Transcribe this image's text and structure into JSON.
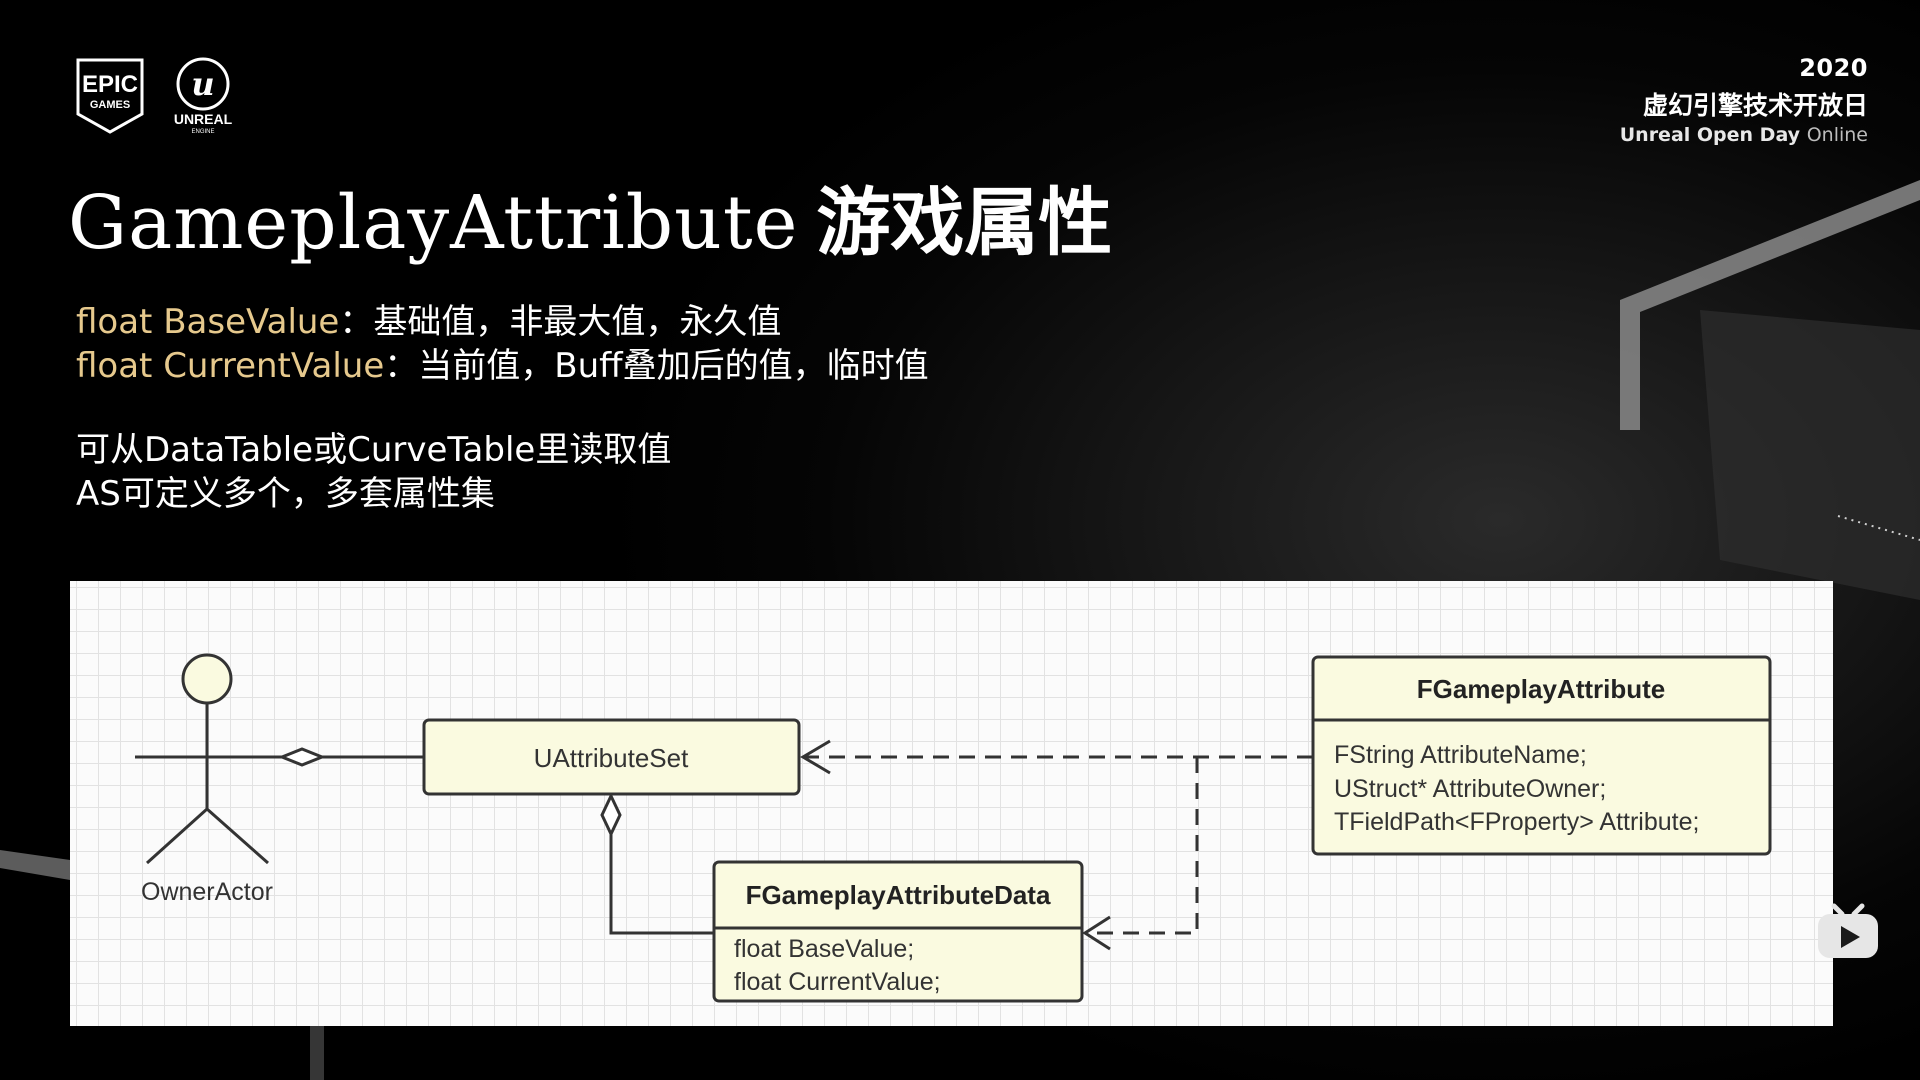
{
  "branding": {
    "epic_logo": {
      "line1": "EPIC",
      "line2": "GAMES"
    },
    "unreal_logo": {
      "line1": "UNREAL",
      "line2": "ENGINE"
    }
  },
  "event": {
    "year": "2020",
    "title_cn": "虚幻引擎技术开放日",
    "title_en_bold": "Unreal Open Day",
    "title_en_light": "Online"
  },
  "slide": {
    "title_code": "GameplayAttribute",
    "title_cn": "游戏属性",
    "properties": [
      {
        "name": "float BaseValue",
        "desc": "：基础值，非最大值，永久值"
      },
      {
        "name": "float CurrentValue",
        "desc": "：当前值，Buff叠加后的值，临时值"
      }
    ],
    "notes": [
      "可从DataTable或CurveTable里读取值",
      "AS可定义多个，多套属性集"
    ]
  },
  "diagram": {
    "actor_label": "OwnerActor",
    "attribute_set": "UAttributeSet",
    "attribute_class": {
      "name": "FGameplayAttribute",
      "fields": [
        "FString AttributeName;",
        "UStruct* AttributeOwner;",
        "TFieldPath<FProperty> Attribute;"
      ]
    },
    "attribute_data_class": {
      "name": "FGameplayAttributeData",
      "fields": [
        "float BaseValue;",
        "float CurrentValue;"
      ]
    },
    "colors": {
      "box_fill": "#fafae0",
      "stroke": "#333333"
    }
  },
  "icons": {
    "watermark": "bilibili-icon"
  }
}
